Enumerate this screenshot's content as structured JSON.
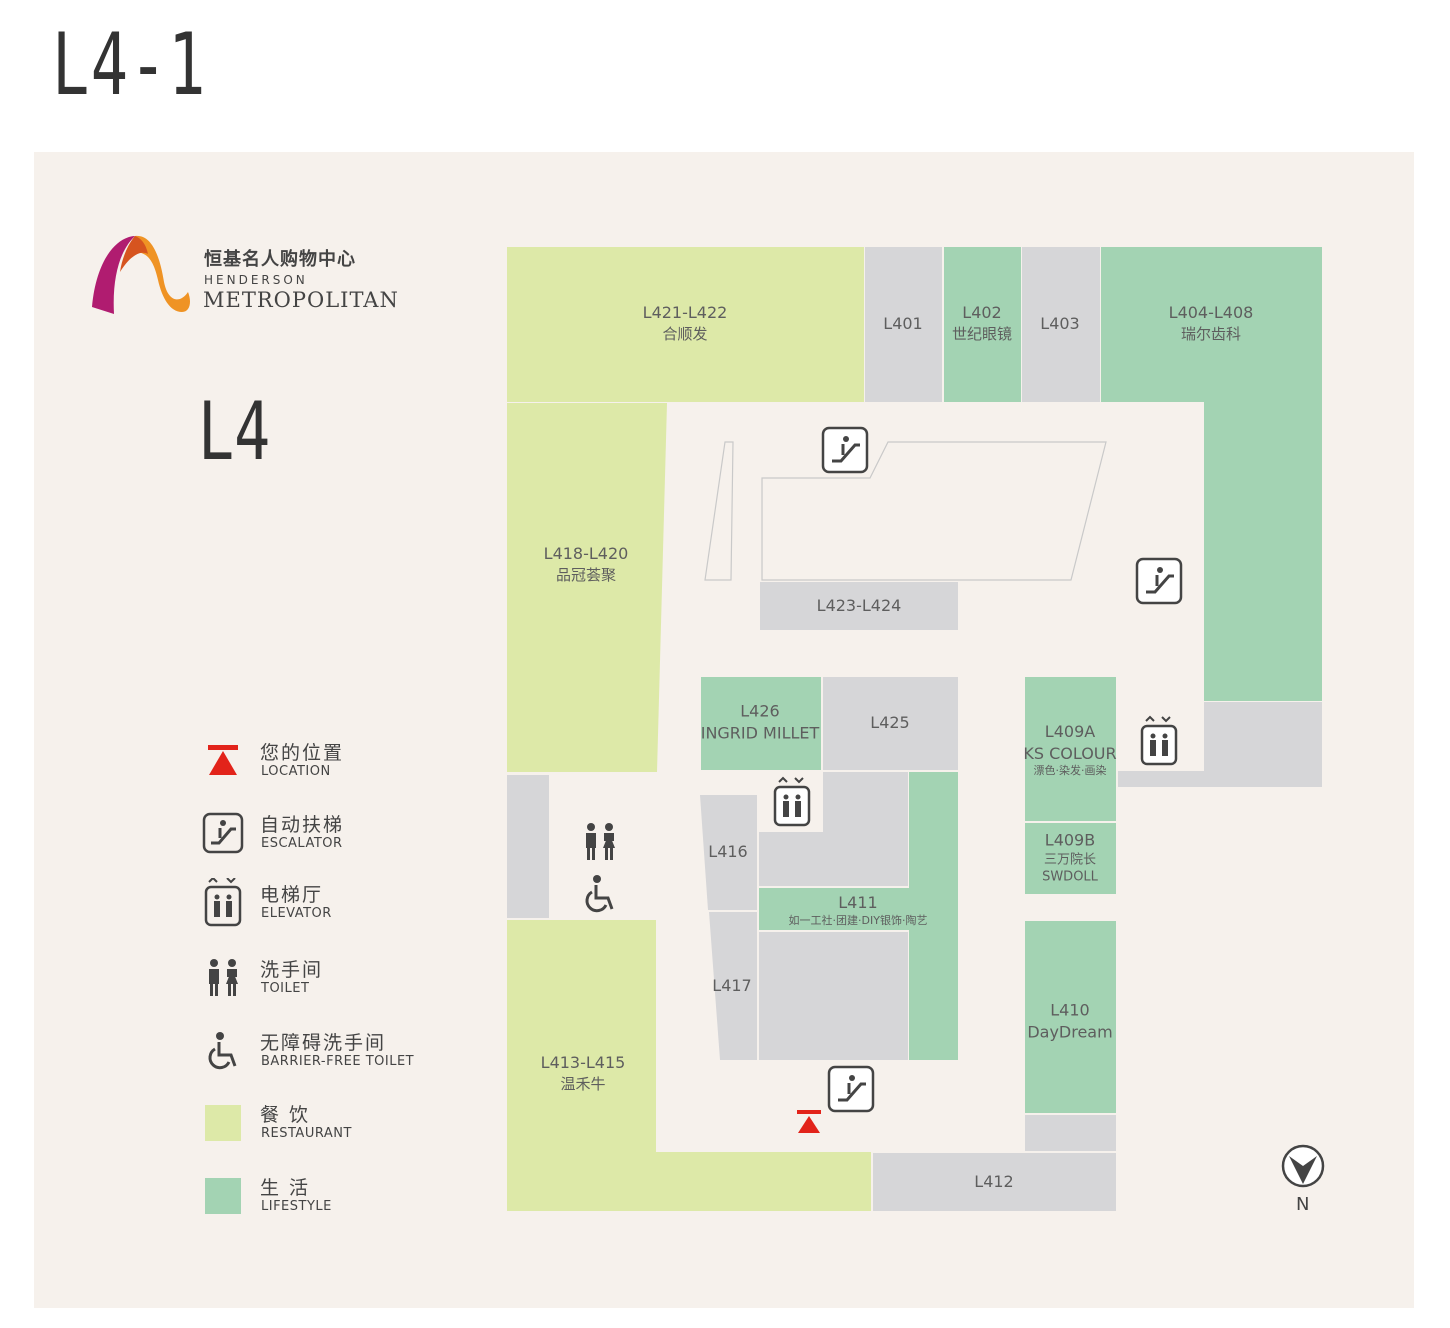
{
  "page_title": "L4-1",
  "floor": "L4",
  "logo": {
    "name_cn": "恒基名人购物中心",
    "name_en_top": "HENDERSON",
    "name_en_bottom": "METROPOLITAN"
  },
  "legend": [
    {
      "icon": "location-icon",
      "cn": "您的位置",
      "en": "LOCATION"
    },
    {
      "icon": "escalator-icon",
      "cn": "自动扶梯",
      "en": "ESCALATOR"
    },
    {
      "icon": "elevator-icon",
      "cn": "电梯厅",
      "en": "ELEVATOR"
    },
    {
      "icon": "toilet-icon",
      "cn": "洗手间",
      "en": "TOILET"
    },
    {
      "icon": "wheelchair-icon",
      "cn": "无障碍洗手间",
      "en": "BARRIER-FREE TOILET"
    },
    {
      "icon": "restaurant-swatch",
      "cn": "餐  饮",
      "en": "RESTAURANT"
    },
    {
      "icon": "lifestyle-swatch",
      "cn": "生  活",
      "en": "LIFESTYLE"
    }
  ],
  "colors": {
    "restaurant": "#dde9a8",
    "lifestyle": "#a3d3b3",
    "other": "#d6d6d8",
    "background": "#f6f1ec",
    "location_marker": "#e2231a"
  },
  "units": {
    "l421_l422": {
      "code": "L421-L422",
      "name": "合顺发"
    },
    "l401": {
      "code": "L401"
    },
    "l402": {
      "code": "L402",
      "name": "世纪眼镜"
    },
    "l403": {
      "code": "L403"
    },
    "l404_l408": {
      "code": "L404-L408",
      "name": "瑞尔齿科"
    },
    "l418_l420": {
      "code": "L418-L420",
      "name": "品冠荟聚"
    },
    "l423_l424": {
      "code": "L423-L424"
    },
    "l426": {
      "code": "L426",
      "name": "INGRID MILLET"
    },
    "l425": {
      "code": "L425"
    },
    "l409a": {
      "code": "L409A",
      "name": "KS COLOUR",
      "sub": "漂色·染发·画染"
    },
    "l409b": {
      "code": "L409B",
      "name": "三万院长",
      "sub": "SWDOLL"
    },
    "l416": {
      "code": "L416"
    },
    "l411": {
      "code": "L411",
      "sub": "如一工社·团建·DIY银饰·陶艺"
    },
    "l417": {
      "code": "L417"
    },
    "l410": {
      "code": "L410",
      "name": "DayDream"
    },
    "l413_l415": {
      "code": "L413-L415",
      "name": "温禾牛"
    },
    "l412": {
      "code": "L412"
    }
  },
  "compass": "N"
}
